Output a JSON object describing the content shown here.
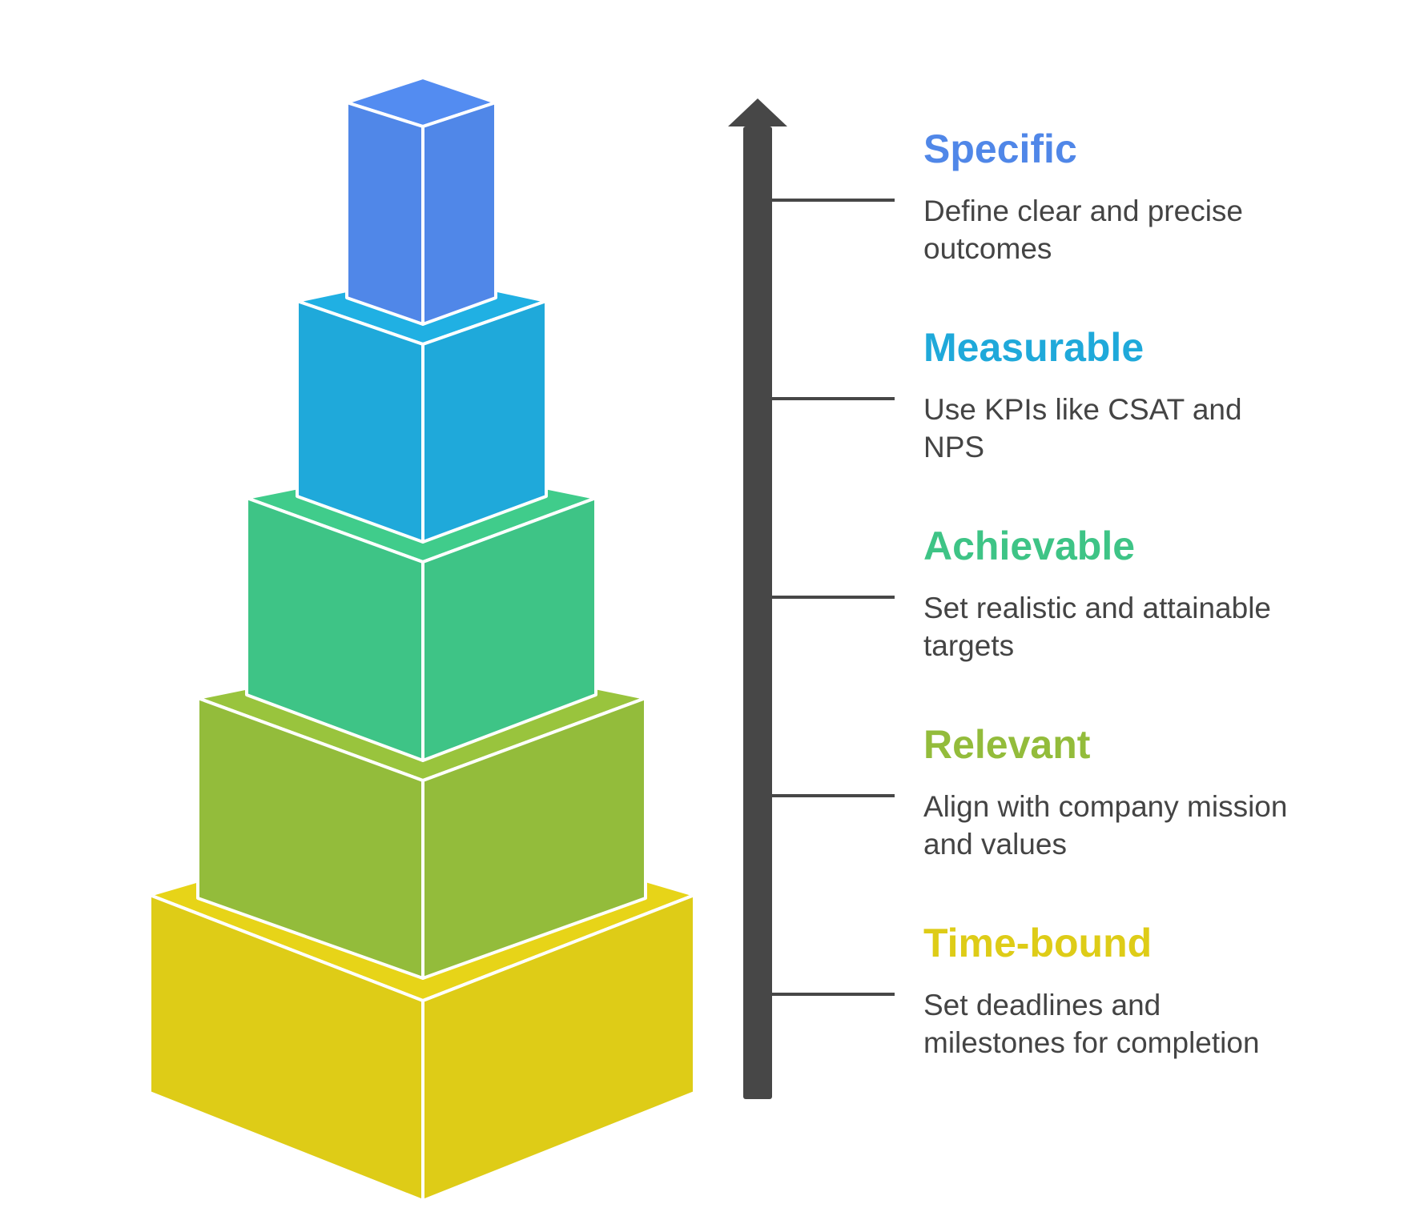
{
  "tiers": [
    {
      "title": "Specific",
      "description": "Define clear and precise outcomes",
      "color": "#5087E8",
      "side_color": "#5087E8"
    },
    {
      "title": "Measurable",
      "description": "Use KPIs like CSAT and NPS",
      "color": "#1FA9DA",
      "side_color": "#1FA9DA"
    },
    {
      "title": "Achievable",
      "description": "Set realistic and attainable targets",
      "color": "#3EC486",
      "side_color": "#3EC486"
    },
    {
      "title": "Relevant",
      "description": "Align with company mission and values",
      "color": "#93BC3B",
      "side_color": "#93BC3B"
    },
    {
      "title": "Time-bound",
      "description": "Set deadlines and milestones for completion",
      "color": "#DECC17",
      "side_color": "#DECC17"
    }
  ],
  "arrow_color": "#474747",
  "tick_color": "#474747"
}
